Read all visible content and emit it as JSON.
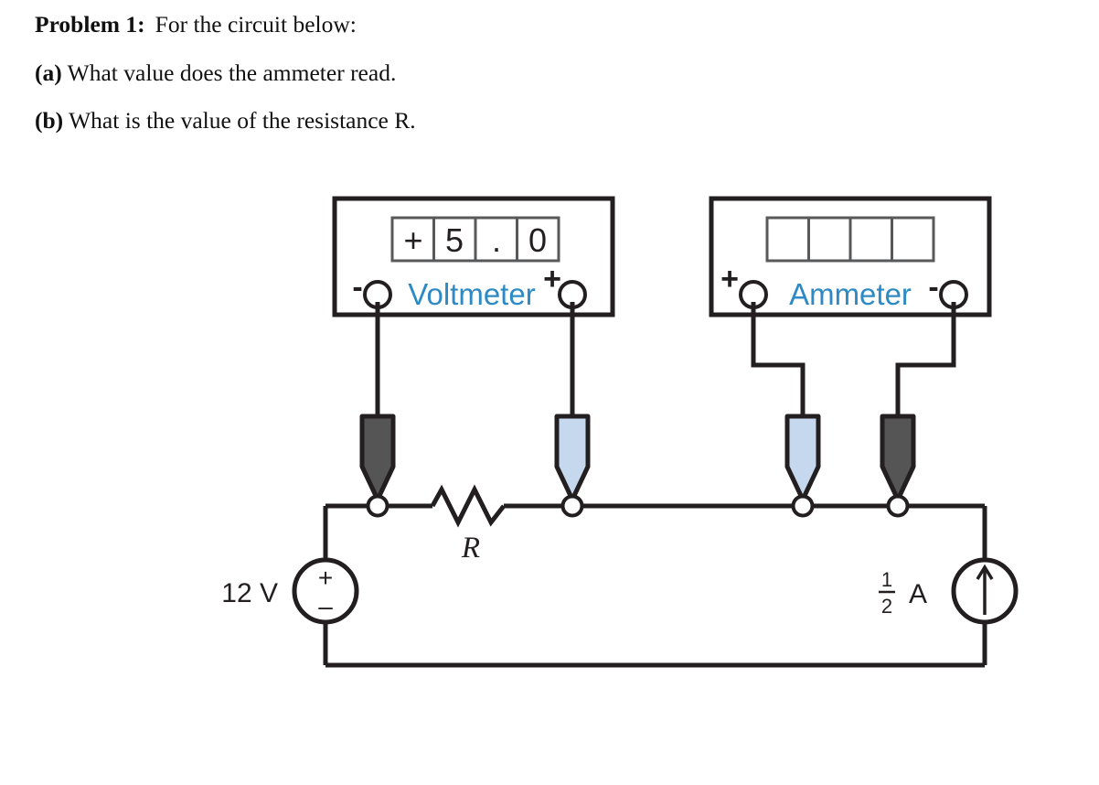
{
  "problem": {
    "label": "Problem 1:",
    "intro": "For the circuit below:",
    "parts": [
      {
        "tag": "(a)",
        "text": "What value does the ammeter read."
      },
      {
        "tag": "(b)",
        "text": "What is the value of the resistance R."
      }
    ]
  },
  "colors": {
    "meter_label_blue": "#2e8ac5",
    "probe_dark": "#555555",
    "probe_light": "#c6d8ee",
    "wire_black": "#231f20",
    "page_background": "#ffffff",
    "node_fill": "#ffffff"
  },
  "voltmeter": {
    "name": "Voltmeter",
    "display_cells": [
      "+",
      "5",
      ".",
      "0"
    ],
    "left_terminal_sign": "-",
    "right_terminal_sign": "+",
    "left_probe_color": "dark",
    "right_probe_color": "light"
  },
  "ammeter": {
    "name": "Ammeter",
    "display_cells": [
      "",
      "",
      "",
      ""
    ],
    "left_terminal_sign": "+",
    "right_terminal_sign": "-",
    "left_probe_color": "light",
    "right_probe_color": "dark"
  },
  "circuit": {
    "voltage_source": {
      "label": "12 V",
      "plus_sign": "+",
      "minus_sign": "–"
    },
    "current_source": {
      "numerator": "1",
      "denominator": "2",
      "unit": "A",
      "arrow_direction": "up"
    },
    "resistor": {
      "label": "R"
    }
  }
}
